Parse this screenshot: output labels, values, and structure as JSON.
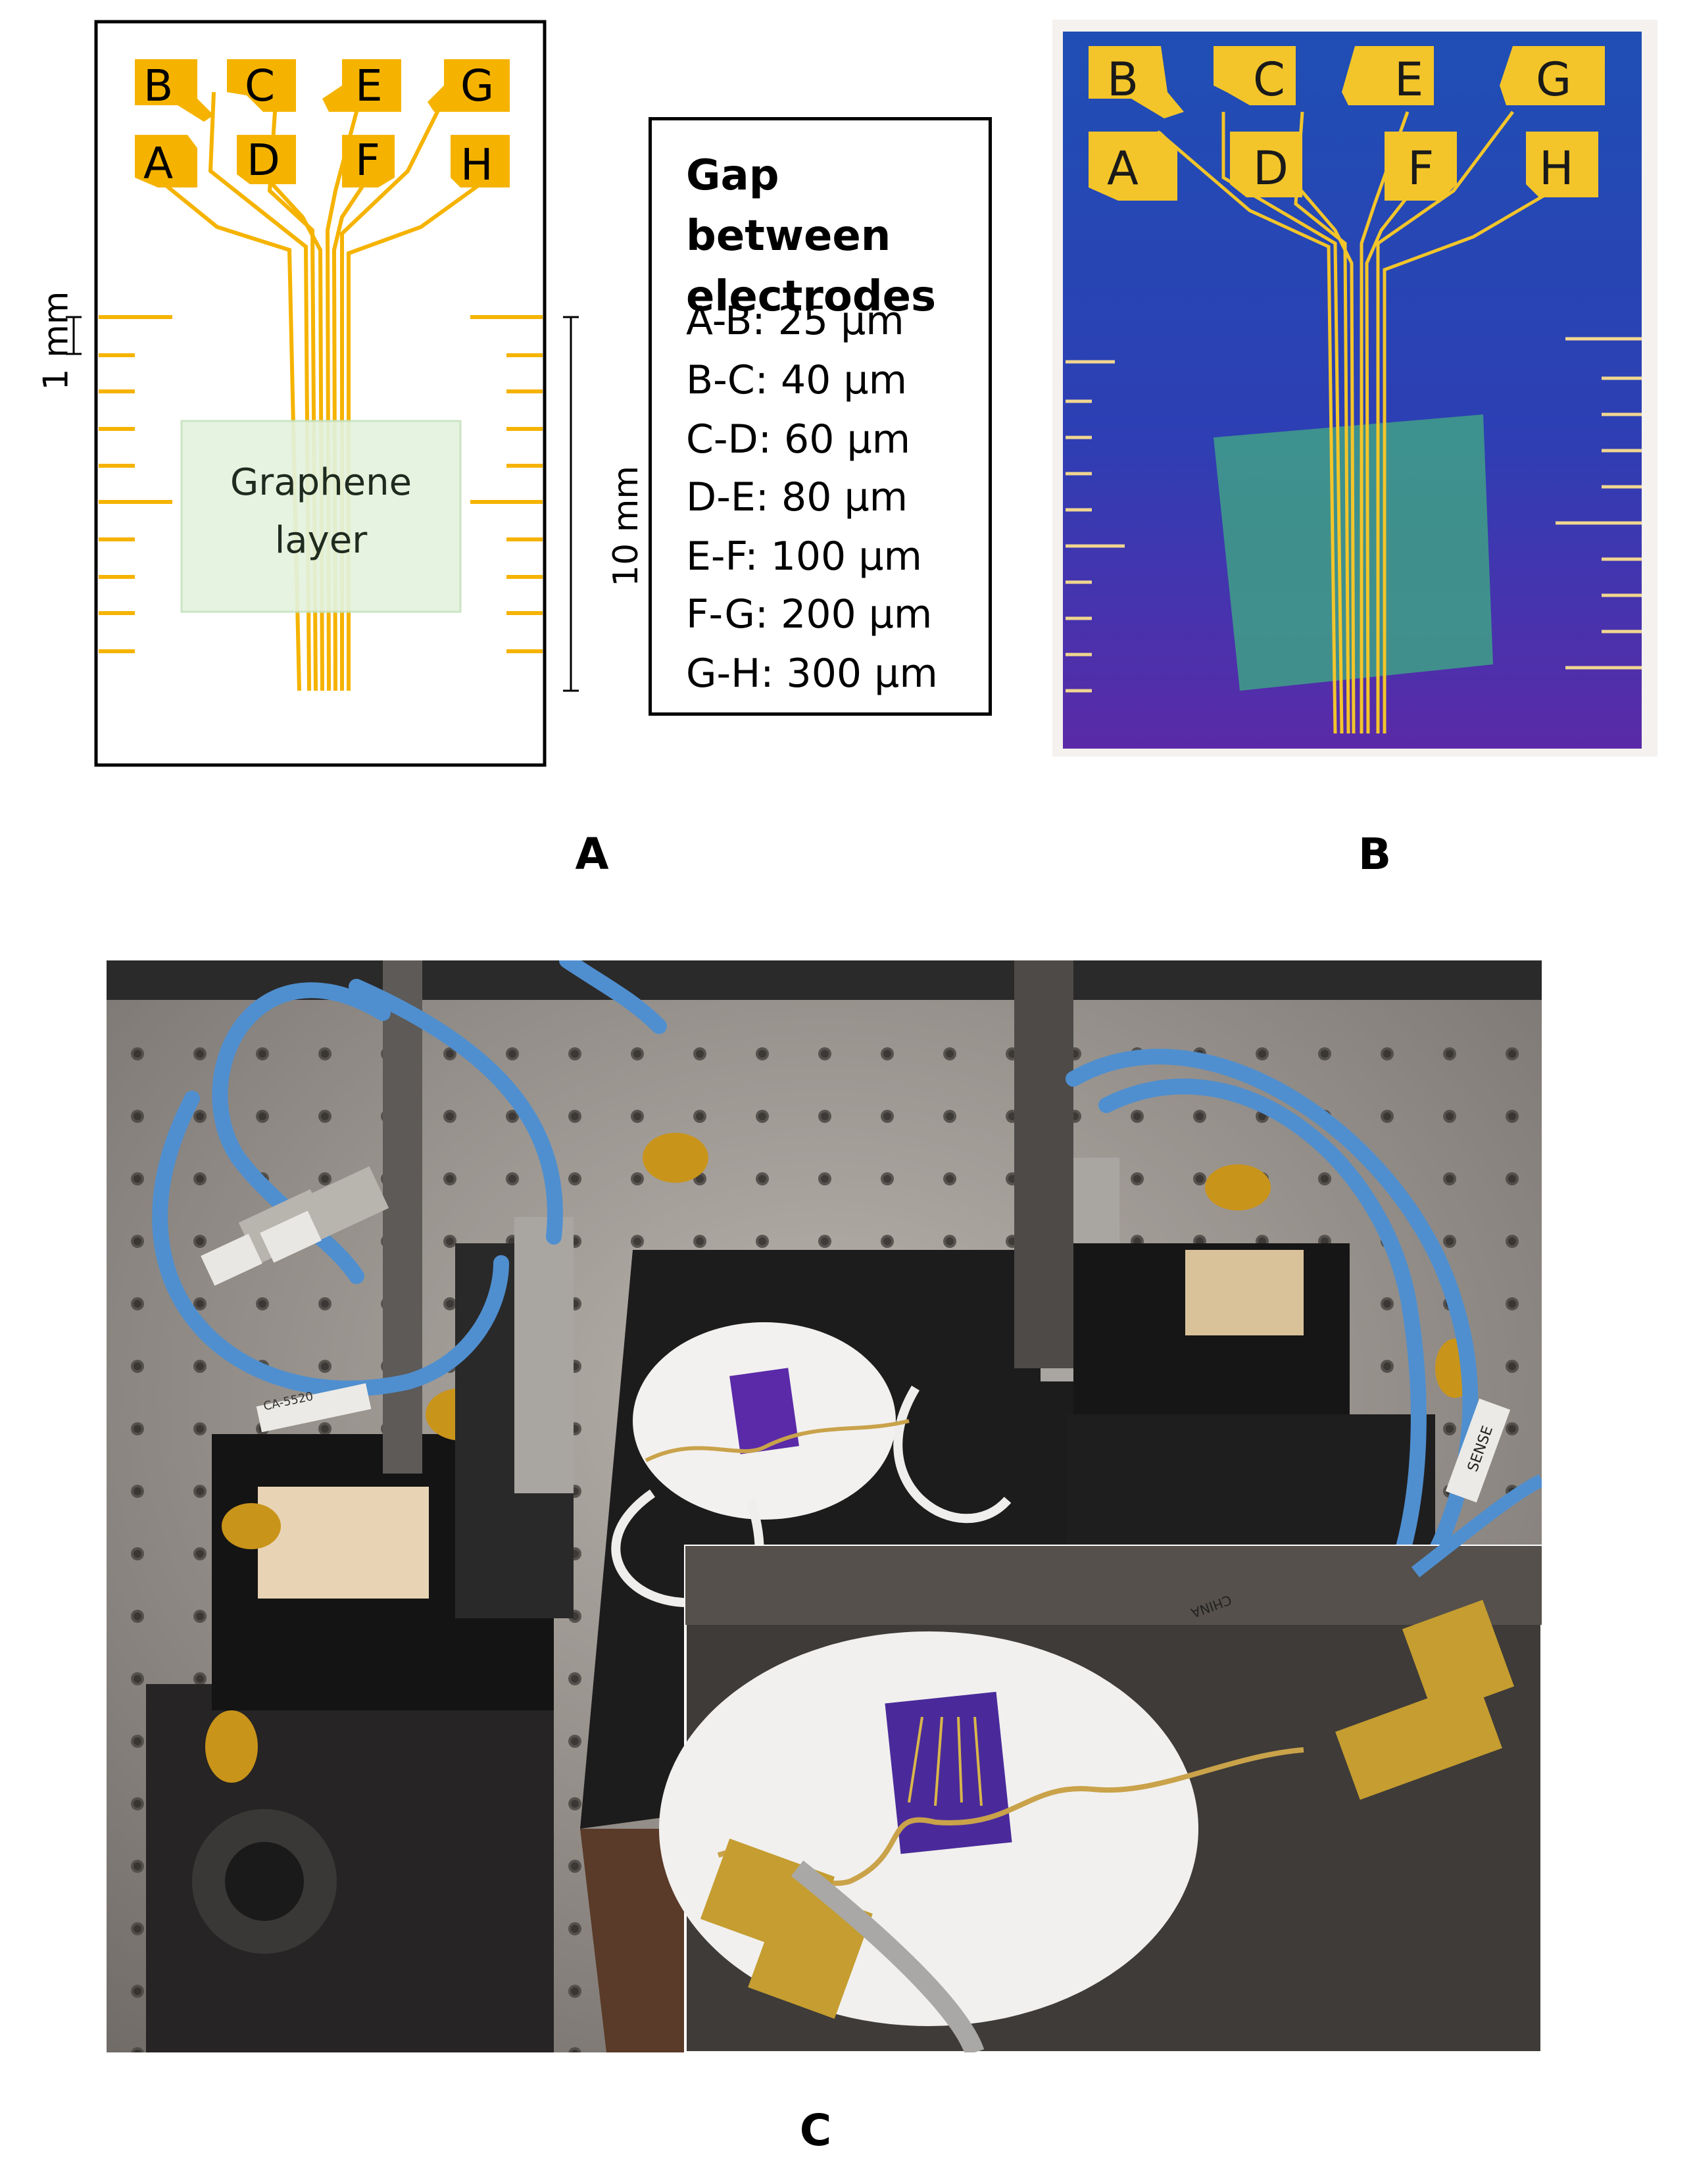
{
  "schematic": {
    "electrode_labels": [
      "B",
      "C",
      "E",
      "G",
      "A",
      "D",
      "F",
      "H"
    ],
    "graphene_line1": "Graphene",
    "graphene_line2": "layer",
    "scale_small": "1 mm",
    "scale_large": "10 mm",
    "colors": {
      "gold": "#f5b300",
      "graphene": "#e3f2de",
      "frame": "#000000"
    }
  },
  "gap_table": {
    "title_line1": "Gap between",
    "title_line2": "electrodes",
    "rows": [
      "A-B: 25 µm",
      "B-C: 40 µm",
      "C-D: 60 µm",
      "D-E: 80 µm",
      "E-F: 100 µm",
      "F-G: 200 µm",
      "G-H: 300 µm"
    ]
  },
  "photo_b": {
    "electrode_labels": [
      "B",
      "C",
      "E",
      "G",
      "A",
      "D",
      "F",
      "H"
    ],
    "colors": {
      "substrate_top": "#1f4fb4",
      "substrate_bottom": "#5a2aa8",
      "graphene": "#3f9a8a",
      "gold": "#f3c52a"
    }
  },
  "photo_c": {
    "cable_tag_left": "CA-5520",
    "cable_tag_right": "SENSE",
    "label_china": "CHINA"
  },
  "panel_letters": {
    "a": "A",
    "b": "B",
    "c": "C"
  }
}
